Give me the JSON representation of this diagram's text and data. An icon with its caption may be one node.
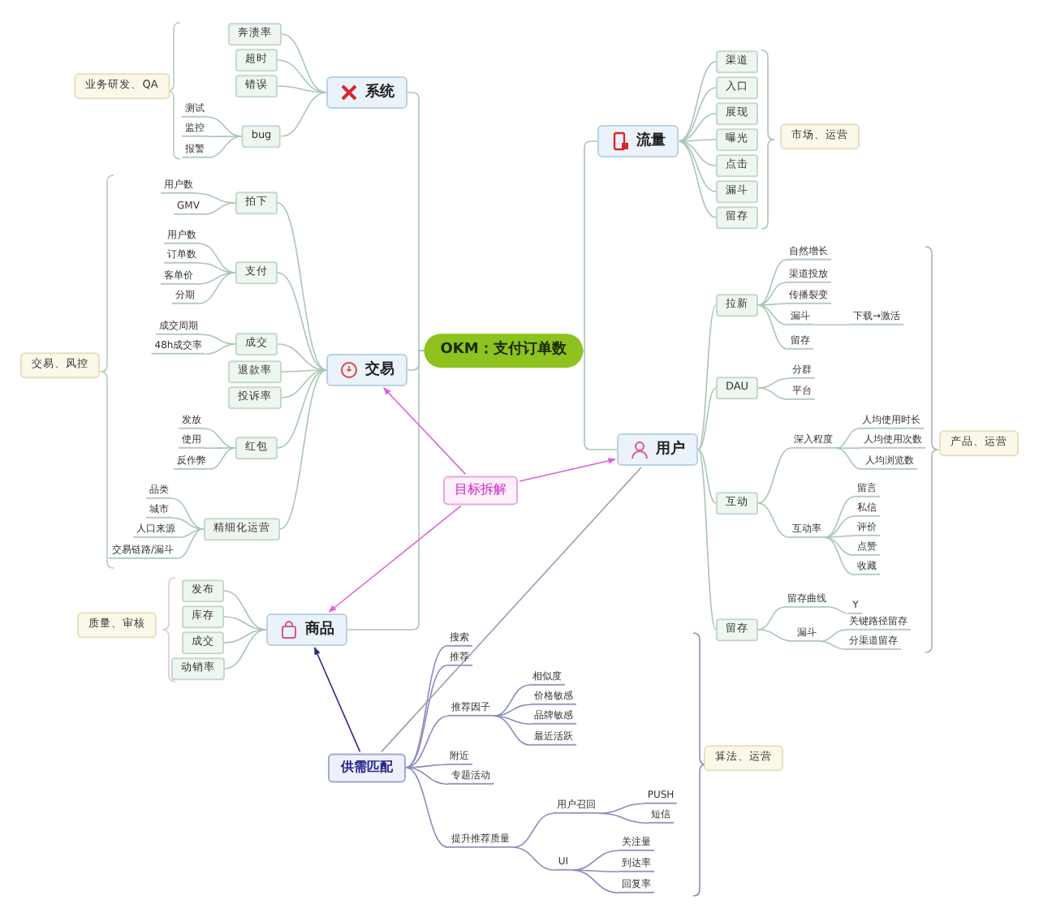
{
  "diagram": {
    "nodes": [
      {
        "text": [
          "OKM：支付订单数"
        ]
      },
      {
        "text": [
          "系统"
        ]
      },
      {
        "text": [
          "奔溃率"
        ]
      },
      {
        "text": [
          "超时"
        ]
      },
      {
        "text": [
          "错误"
        ]
      },
      {
        "text": [
          "bug"
        ]
      },
      {
        "text": [
          "测试"
        ]
      },
      {
        "text": [
          "监控"
        ]
      },
      {
        "text": [
          "报警"
        ]
      },
      {
        "text": [
          "业务研发、QA"
        ]
      },
      {
        "text": [
          "交易"
        ]
      },
      {
        "text": [
          "拍下"
        ]
      },
      {
        "text": [
          "用户数"
        ]
      },
      {
        "text": [
          "GMV"
        ]
      },
      {
        "text": [
          "支付"
        ]
      },
      {
        "text": [
          "用户数"
        ]
      },
      {
        "text": [
          "订单数"
        ]
      },
      {
        "text": [
          "客单价"
        ]
      },
      {
        "text": [
          "分期"
        ]
      },
      {
        "text": [
          "成交"
        ]
      },
      {
        "text": [
          "成交周期"
        ]
      },
      {
        "text": [
          "48h成交率"
        ]
      },
      {
        "text": [
          "退款率"
        ]
      },
      {
        "text": [
          "投诉率"
        ]
      },
      {
        "text": [
          "红包"
        ]
      },
      {
        "text": [
          "发放"
        ]
      },
      {
        "text": [
          "使用"
        ]
      },
      {
        "text": [
          "反作弊"
        ]
      },
      {
        "text": [
          "精细化运营"
        ]
      },
      {
        "text": [
          "品类"
        ]
      },
      {
        "text": [
          "城市"
        ]
      },
      {
        "text": [
          "人口来源"
        ]
      },
      {
        "text": [
          "交易链路/漏斗"
        ]
      },
      {
        "text": [
          "交易、风控"
        ]
      },
      {
        "text": [
          "商品"
        ]
      },
      {
        "text": [
          "发布"
        ]
      },
      {
        "text": [
          "库存"
        ]
      },
      {
        "text": [
          "成交"
        ]
      },
      {
        "text": [
          "动销率"
        ]
      },
      {
        "text": [
          "质量、审核"
        ]
      },
      {
        "text": [
          "流量"
        ]
      },
      {
        "text": [
          "渠道"
        ]
      },
      {
        "text": [
          "入口"
        ]
      },
      {
        "text": [
          "展现"
        ]
      },
      {
        "text": [
          "曝光"
        ]
      },
      {
        "text": [
          "点击"
        ]
      },
      {
        "text": [
          "漏斗"
        ]
      },
      {
        "text": [
          "留存"
        ]
      },
      {
        "text": [
          "市场、运营"
        ]
      },
      {
        "text": [
          "用户"
        ]
      },
      {
        "text": [
          "拉新"
        ]
      },
      {
        "text": [
          "自然增长"
        ]
      },
      {
        "text": [
          "渠道投放"
        ]
      },
      {
        "text": [
          "传播裂变"
        ]
      },
      {
        "text": [
          "漏斗"
        ]
      },
      {
        "text": [
          "下载→激活"
        ]
      },
      {
        "text": [
          "留存"
        ]
      },
      {
        "text": [
          "DAU"
        ]
      },
      {
        "text": [
          "分群"
        ]
      },
      {
        "text": [
          "平台"
        ]
      },
      {
        "text": [
          "互动"
        ]
      },
      {
        "text": [
          "深入程度"
        ]
      },
      {
        "text": [
          "人均使用时长"
        ]
      },
      {
        "text": [
          "人均使用次数"
        ]
      },
      {
        "text": [
          "人均浏览数"
        ]
      },
      {
        "text": [
          "互动率"
        ]
      },
      {
        "text": [
          "留言"
        ]
      },
      {
        "text": [
          "私信"
        ]
      },
      {
        "text": [
          "评价"
        ]
      },
      {
        "text": [
          "点赞"
        ]
      },
      {
        "text": [
          "收藏"
        ]
      },
      {
        "text": [
          "留存"
        ]
      },
      {
        "text": [
          "留存曲线"
        ]
      },
      {
        "text": [
          "Y"
        ]
      },
      {
        "text": [
          "漏斗"
        ]
      },
      {
        "text": [
          "关键路径留存"
        ]
      },
      {
        "text": [
          "分渠道留存"
        ]
      },
      {
        "text": [
          "产品、运营"
        ]
      },
      {
        "text": [
          "目标拆解"
        ]
      },
      {
        "text": [
          "供需匹配"
        ]
      },
      {
        "text": [
          "搜索"
        ]
      },
      {
        "text": [
          "推荐"
        ]
      },
      {
        "text": [
          "推荐因子"
        ]
      },
      {
        "text": [
          "相似度"
        ]
      },
      {
        "text": [
          "价格敏感"
        ]
      },
      {
        "text": [
          "品牌敏感"
        ]
      },
      {
        "text": [
          "最近活跃"
        ]
      },
      {
        "text": [
          "附近"
        ]
      },
      {
        "text": [
          "专题活动"
        ]
      },
      {
        "text": [
          "提升推荐质量"
        ]
      },
      {
        "text": [
          "用户召回"
        ]
      },
      {
        "text": [
          "PUSH"
        ]
      },
      {
        "text": [
          "短信"
        ]
      },
      {
        "text": [
          "UI"
        ]
      },
      {
        "text": [
          "关注量"
        ]
      },
      {
        "text": [
          "到达率"
        ]
      },
      {
        "text": [
          "回复率"
        ]
      },
      {
        "text": [
          "算法、运营"
        ]
      }
    ],
    "edges": [
      {
        "from": 0,
        "to": 1,
        "arrow": "none"
      },
      {
        "from": 0,
        "to": 10,
        "arrow": "none"
      },
      {
        "from": 0,
        "to": 34,
        "arrow": "none"
      },
      {
        "from": 0,
        "to": 40,
        "arrow": "none"
      },
      {
        "from": 0,
        "to": 49,
        "arrow": "none"
      },
      {
        "from": 1,
        "to": 2,
        "arrow": "none"
      },
      {
        "from": 1,
        "to": 3,
        "arrow": "none"
      },
      {
        "from": 1,
        "to": 4,
        "arrow": "none"
      },
      {
        "from": 1,
        "to": 5,
        "arrow": "none"
      },
      {
        "from": 5,
        "to": 6,
        "arrow": "none"
      },
      {
        "from": 5,
        "to": 7,
        "arrow": "none"
      },
      {
        "from": 5,
        "to": 8,
        "arrow": "none"
      },
      {
        "from": 10,
        "to": 11,
        "arrow": "none"
      },
      {
        "from": 10,
        "to": 14,
        "arrow": "none"
      },
      {
        "from": 10,
        "to": 19,
        "arrow": "none"
      },
      {
        "from": 10,
        "to": 22,
        "arrow": "none"
      },
      {
        "from": 10,
        "to": 23,
        "arrow": "none"
      },
      {
        "from": 10,
        "to": 24,
        "arrow": "none"
      },
      {
        "from": 10,
        "to": 28,
        "arrow": "none"
      },
      {
        "from": 11,
        "to": 12,
        "arrow": "none"
      },
      {
        "from": 11,
        "to": 13,
        "arrow": "none"
      },
      {
        "from": 14,
        "to": 15,
        "arrow": "none"
      },
      {
        "from": 14,
        "to": 16,
        "arrow": "none"
      },
      {
        "from": 14,
        "to": 17,
        "arrow": "none"
      },
      {
        "from": 14,
        "to": 18,
        "arrow": "none"
      },
      {
        "from": 19,
        "to": 20,
        "arrow": "none"
      },
      {
        "from": 19,
        "to": 21,
        "arrow": "none"
      },
      {
        "from": 24,
        "to": 25,
        "arrow": "none"
      },
      {
        "from": 24,
        "to": 26,
        "arrow": "none"
      },
      {
        "from": 24,
        "to": 27,
        "arrow": "none"
      },
      {
        "from": 28,
        "to": 29,
        "arrow": "none"
      },
      {
        "from": 28,
        "to": 30,
        "arrow": "none"
      },
      {
        "from": 28,
        "to": 31,
        "arrow": "none"
      },
      {
        "from": 28,
        "to": 32,
        "arrow": "none"
      },
      {
        "from": 34,
        "to": 35,
        "arrow": "none"
      },
      {
        "from": 34,
        "to": 36,
        "arrow": "none"
      },
      {
        "from": 34,
        "to": 37,
        "arrow": "none"
      },
      {
        "from": 34,
        "to": 38,
        "arrow": "none"
      },
      {
        "from": 40,
        "to": 41,
        "arrow": "none"
      },
      {
        "from": 40,
        "to": 42,
        "arrow": "none"
      },
      {
        "from": 40,
        "to": 43,
        "arrow": "none"
      },
      {
        "from": 40,
        "to": 44,
        "arrow": "none"
      },
      {
        "from": 40,
        "to": 45,
        "arrow": "none"
      },
      {
        "from": 40,
        "to": 46,
        "arrow": "none"
      },
      {
        "from": 40,
        "to": 47,
        "arrow": "none"
      },
      {
        "from": 49,
        "to": 50,
        "arrow": "none"
      },
      {
        "from": 49,
        "to": 57,
        "arrow": "none"
      },
      {
        "from": 49,
        "to": 60,
        "arrow": "none"
      },
      {
        "from": 49,
        "to": 71,
        "arrow": "none"
      },
      {
        "from": 50,
        "to": 51,
        "arrow": "none"
      },
      {
        "from": 50,
        "to": 52,
        "arrow": "none"
      },
      {
        "from": 50,
        "to": 53,
        "arrow": "none"
      },
      {
        "from": 50,
        "to": 54,
        "arrow": "none"
      },
      {
        "from": 50,
        "to": 56,
        "arrow": "none"
      },
      {
        "from": 54,
        "to": 55,
        "arrow": "none"
      },
      {
        "from": 57,
        "to": 58,
        "arrow": "none"
      },
      {
        "from": 57,
        "to": 59,
        "arrow": "none"
      },
      {
        "from": 60,
        "to": 61,
        "arrow": "none"
      },
      {
        "from": 60,
        "to": 65,
        "arrow": "none"
      },
      {
        "from": 61,
        "to": 62,
        "arrow": "none"
      },
      {
        "from": 61,
        "to": 63,
        "arrow": "none"
      },
      {
        "from": 61,
        "to": 64,
        "arrow": "none"
      },
      {
        "from": 65,
        "to": 66,
        "arrow": "none"
      },
      {
        "from": 65,
        "to": 67,
        "arrow": "none"
      },
      {
        "from": 65,
        "to": 68,
        "arrow": "none"
      },
      {
        "from": 65,
        "to": 69,
        "arrow": "none"
      },
      {
        "from": 65,
        "to": 70,
        "arrow": "none"
      },
      {
        "from": 71,
        "to": 72,
        "arrow": "none"
      },
      {
        "from": 71,
        "to": 74,
        "arrow": "none"
      },
      {
        "from": 72,
        "to": 73,
        "arrow": "none"
      },
      {
        "from": 74,
        "to": 75,
        "arrow": "none"
      },
      {
        "from": 74,
        "to": 76,
        "arrow": "none"
      },
      {
        "from": 78,
        "to": 10,
        "arrow": "to",
        "color": "#e060d8"
      },
      {
        "from": 78,
        "to": 49,
        "arrow": "to",
        "color": "#e060d8"
      },
      {
        "from": 78,
        "to": 34,
        "arrow": "to",
        "color": "#e060d8"
      },
      {
        "from": 79,
        "to": 34,
        "arrow": "to",
        "color": "#2a2a8a"
      },
      {
        "from": 79,
        "to": 49,
        "arrow": "none",
        "color": "#9a9ab4"
      },
      {
        "from": 79,
        "to": 80,
        "arrow": "none",
        "color": "#8a8ac0"
      },
      {
        "from": 79,
        "to": 81,
        "arrow": "none",
        "color": "#8a8ac0"
      },
      {
        "from": 79,
        "to": 82,
        "arrow": "none",
        "color": "#8a8ac0"
      },
      {
        "from": 79,
        "to": 87,
        "arrow": "none",
        "color": "#8a8ac0"
      },
      {
        "from": 79,
        "to": 88,
        "arrow": "none",
        "color": "#8a8ac0"
      },
      {
        "from": 79,
        "to": 89,
        "arrow": "none",
        "color": "#8a8ac0"
      },
      {
        "from": 82,
        "to": 83,
        "arrow": "none",
        "color": "#8a8ac0"
      },
      {
        "from": 82,
        "to": 84,
        "arrow": "none",
        "color": "#8a8ac0"
      },
      {
        "from": 82,
        "to": 85,
        "arrow": "none",
        "color": "#8a8ac0"
      },
      {
        "from": 82,
        "to": 86,
        "arrow": "none",
        "color": "#8a8ac0"
      },
      {
        "from": 89,
        "to": 90,
        "arrow": "none",
        "color": "#8a8ac0"
      },
      {
        "from": 89,
        "to": 93,
        "arrow": "none",
        "color": "#8a8ac0"
      },
      {
        "from": 90,
        "to": 91,
        "arrow": "none",
        "color": "#8a8ac0"
      },
      {
        "from": 90,
        "to": 92,
        "arrow": "none",
        "color": "#8a8ac0"
      },
      {
        "from": 93,
        "to": 94,
        "arrow": "none",
        "color": "#8a8ac0"
      },
      {
        "from": 93,
        "to": 95,
        "arrow": "none",
        "color": "#8a8ac0"
      },
      {
        "from": 93,
        "to": 96,
        "arrow": "none",
        "color": "#8a8ac0"
      }
    ]
  }
}
